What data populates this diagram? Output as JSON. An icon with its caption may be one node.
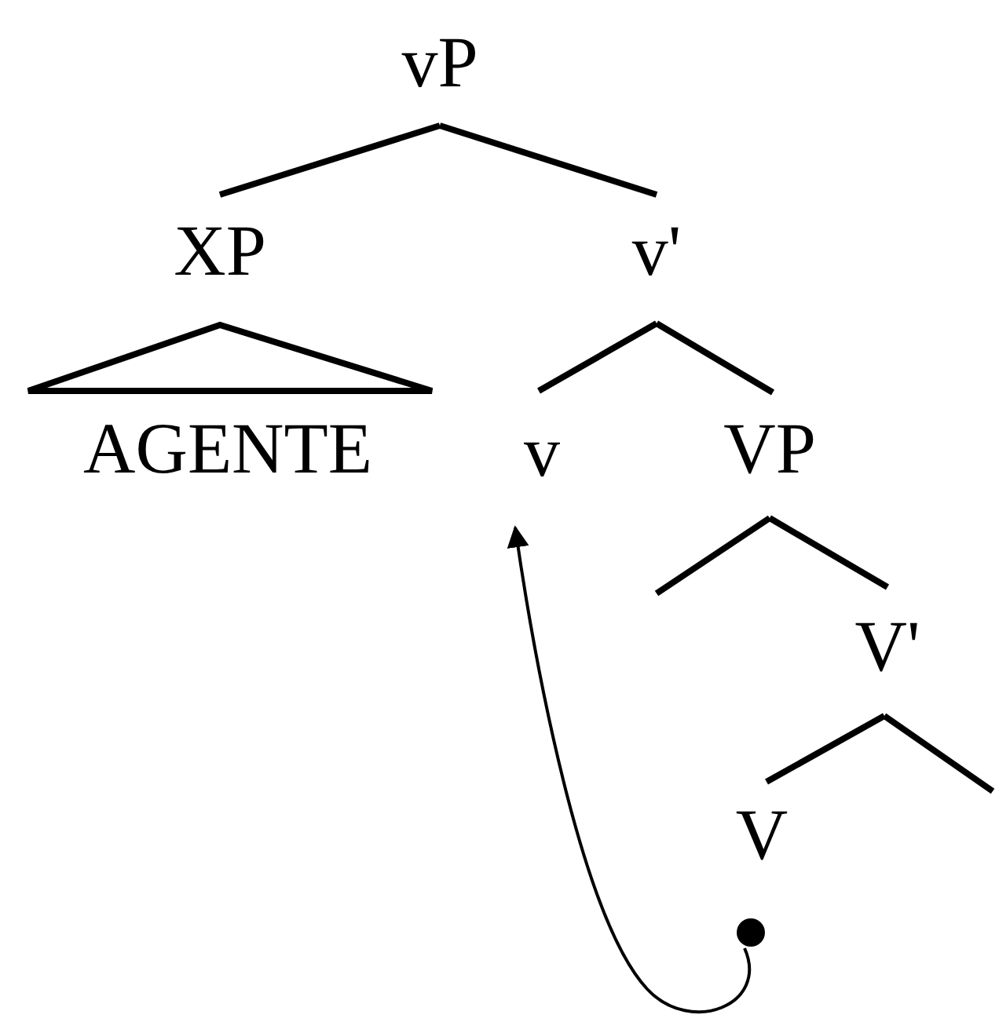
{
  "diagram": {
    "nodes": [
      {
        "text": [
          "vP"
        ]
      },
      {
        "text": [
          "XP"
        ]
      },
      {
        "text": [
          "v'"
        ]
      },
      {
        "text": [
          "AGENTE"
        ]
      },
      {
        "text": [
          "v"
        ]
      },
      {
        "text": [
          "VP"
        ]
      },
      {
        "text": [
          "V'"
        ]
      },
      {
        "text": [
          "V"
        ]
      },
      {
        "text": [],
        "shape": "circle"
      }
    ],
    "edges": [
      {
        "from": 0,
        "to": 1,
        "arrow": "none"
      },
      {
        "from": 0,
        "to": 2,
        "arrow": "none"
      },
      {
        "from": 1,
        "to": 3,
        "arrow": "none"
      },
      {
        "from": 2,
        "to": 4,
        "arrow": "none"
      },
      {
        "from": 2,
        "to": 5,
        "arrow": "none"
      },
      {
        "from": 5,
        "to": null,
        "arrow": "none"
      },
      {
        "from": 5,
        "to": 6,
        "arrow": "none"
      },
      {
        "from": 6,
        "to": 7,
        "arrow": "none"
      },
      {
        "from": 6,
        "to": null,
        "arrow": "none"
      },
      {
        "from": 8,
        "to": 4,
        "arrow": "to"
      }
    ]
  }
}
